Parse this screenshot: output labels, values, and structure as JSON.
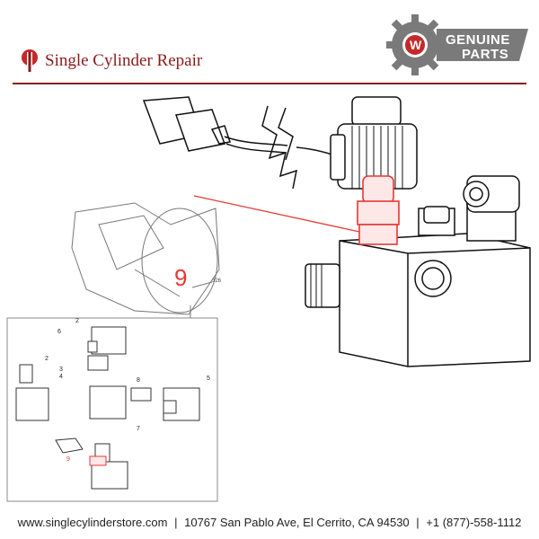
{
  "header": {
    "brand_name": "Single Cylinder Repair",
    "badge_line1": "GENUINE",
    "badge_line2": "PARTS",
    "badge_logo_letter": "W"
  },
  "diagram": {
    "callout_number": "9",
    "overview_ref": "326",
    "mini_labels": [
      "2",
      "6",
      "2",
      "3",
      "4",
      "8",
      "5",
      "7",
      "9"
    ]
  },
  "footer": {
    "website": "www.singlecylinderstore.com",
    "separator": "|",
    "address": "10767 San Pablo Ave, El Cerrito, CA 94530",
    "phone": "+1 (877)-558-1112"
  },
  "colors": {
    "brand": "#8a1a1a",
    "callout": "#e53935",
    "badge_bg": "#7a7a7a"
  }
}
